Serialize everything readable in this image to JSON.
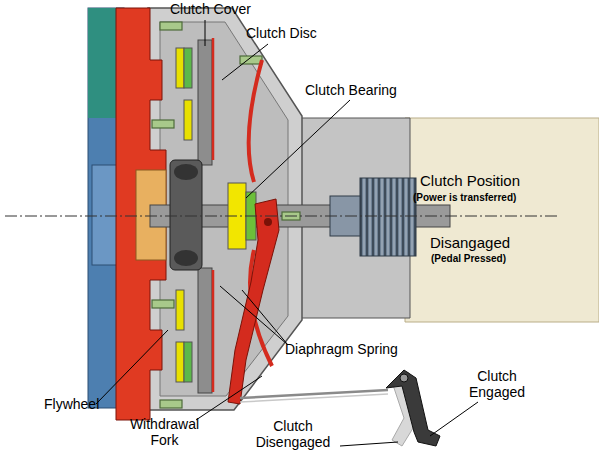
{
  "diagram": {
    "labels": [
      "Clutch Cover",
      "Clutch Disc",
      "Clutch Bearing",
      "Clutch Position",
      "(Power is transferred)",
      "Disangaged",
      "(Pedal Pressed)",
      "Diaphragm Spring",
      "Clutch Engaged",
      "Flywheel",
      "Withdrawal Fork",
      "Clutch Disengaged"
    ]
  }
}
